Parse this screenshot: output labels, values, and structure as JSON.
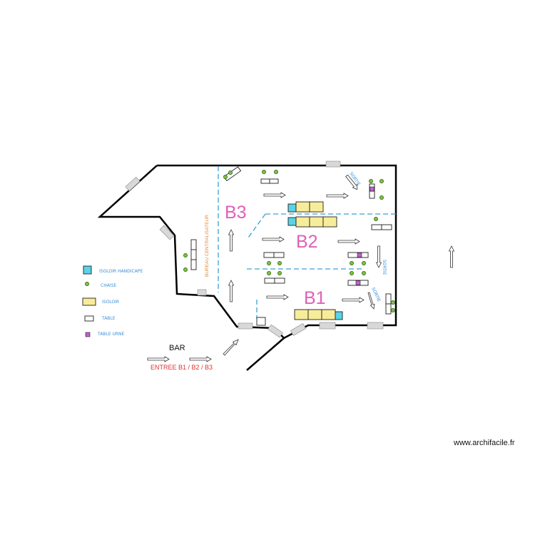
{
  "zones": {
    "b3": "B3",
    "b2": "B2",
    "b1": "B1"
  },
  "labels": {
    "bureau": "BUREAU CENTRALISATEUR",
    "bar": "BAR",
    "entree": "ENTREE B1 / B2 / B3",
    "sortie_top": "SORTIE",
    "sortie_right": "SORTIE",
    "sortie_bottom": "SORTIE",
    "watermark": "www.archifacile.fr"
  },
  "legend": [
    {
      "key": "isoloir_handicape",
      "label": "ISOLOIR HANDICAPE"
    },
    {
      "key": "chaise",
      "label": "CHAISE"
    },
    {
      "key": "isoloir",
      "label": "ISOLOIR"
    },
    {
      "key": "table",
      "label": "TABLE"
    },
    {
      "key": "table_urne",
      "label": "TABLE URNE"
    }
  ],
  "colors": {
    "zone_text": "#e060b8",
    "legend_text": "#3a8fd6",
    "entree_text": "#e03030",
    "bureau_text": "#e08a3a",
    "isoloir": "#f7ec9a",
    "isoloir_handicape": "#5ad3e6",
    "chaise": "#7cc142",
    "table_urne": "#c060d0"
  }
}
